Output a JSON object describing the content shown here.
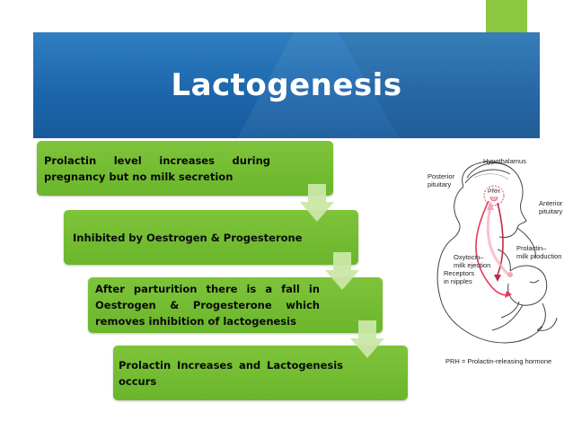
{
  "slide": {
    "title": "Lactogenesis"
  },
  "steps": [
    {
      "text": "Prolactin level increases during pregnancy but no milk secretion"
    },
    {
      "text": "Inhibited by Oestrogen & Progesterone"
    },
    {
      "text": "After parturition there is a fall in Oestrogen & Progesterone which removes inhibition of lactogenesis"
    },
    {
      "text": "Prolactin Increases and Lactogenesis occurs"
    }
  ],
  "figure": {
    "labels": {
      "hypothalamus": "Hypothalamus",
      "posterior_pituitary": "Posterior\npituitary",
      "prh": "PRH",
      "anterior_pituitary": "Anterior\npituitary",
      "prolactin": "Prolactin–\nmilk production",
      "oxytocin": "Oxytocin–\nmilk ejection",
      "receptors": "Receptors\nin nipples"
    },
    "caption": "PRH = Prolactin-releasing hormone"
  },
  "colors": {
    "banner": "#1d67ad",
    "step_fill": "#72bb33",
    "arrow": "#c9e7a6",
    "accent_tab": "#8dc63f",
    "hormone_line": "#e23b5a"
  }
}
